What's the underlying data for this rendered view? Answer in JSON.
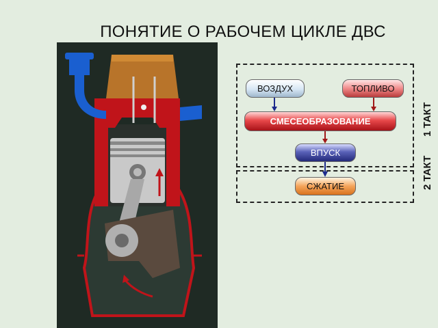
{
  "title": "ПОНЯТИЕ О РАБОЧЕМ ЦИКЛЕ ДВС",
  "nodes": {
    "air": "ВОЗДУХ",
    "fuel": "ТОПЛИВО",
    "mixing": "СМЕСЕОБРАЗОВАНИЕ",
    "intake": "ВПУСК",
    "compression": "СЖАТИЕ"
  },
  "stages": {
    "stage1": "1 ТАКТ",
    "stage2": "2 ТАКТ"
  },
  "colors": {
    "engine_red": "#c0141a",
    "intake_blue": "#1a5fd0",
    "arrow_blue": "#1c2a8c",
    "arrow_red": "#a01818"
  }
}
